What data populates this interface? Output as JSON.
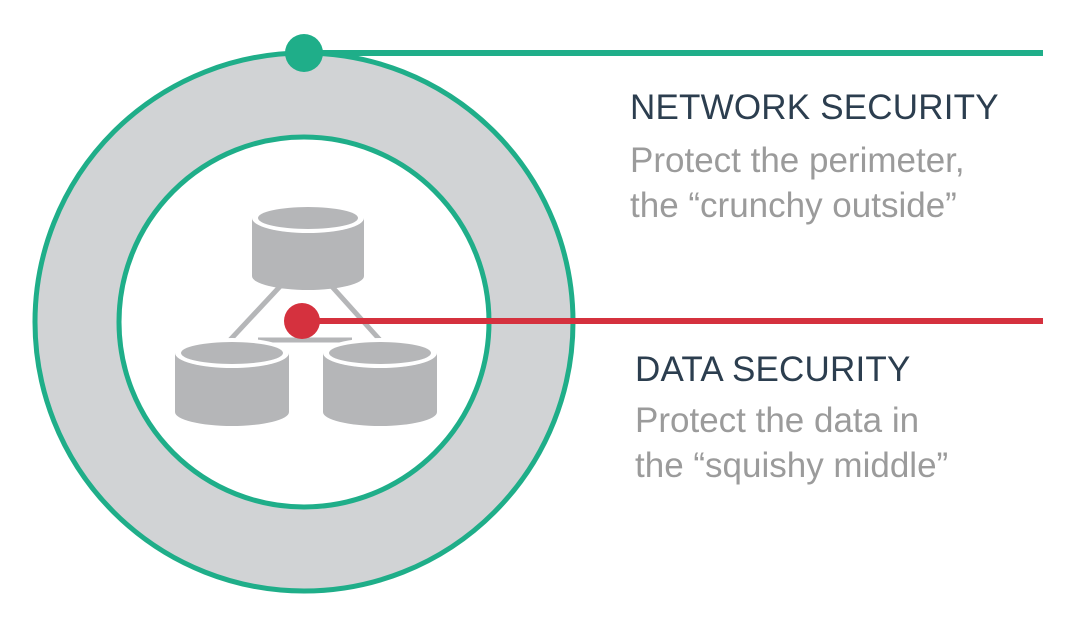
{
  "colors": {
    "network": "#1fae89",
    "data": "#d5313e",
    "ring_fill": "#d1d3d5",
    "database": "#b5b6b8",
    "heading_text": "#2c3e4f",
    "desc_text": "#9b9b9b"
  },
  "network_security": {
    "heading": "NETWORK SECURITY",
    "desc_line1": "Protect the perimeter,",
    "desc_line2": "the “crunchy outside”"
  },
  "data_security": {
    "heading": "DATA SECURITY",
    "desc_line1": "Protect the data in",
    "desc_line2": "the “squishy middle”"
  },
  "icons": [
    "database-icon",
    "database-icon",
    "database-icon"
  ]
}
